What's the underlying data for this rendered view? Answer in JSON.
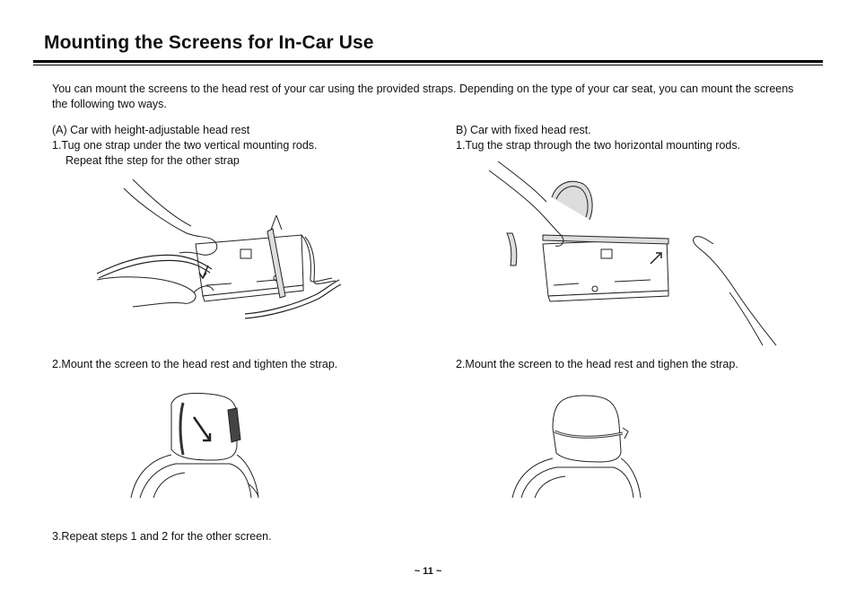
{
  "page": {
    "title": "Mounting the Screens for In-Car Use",
    "intro": "You can mount the screens to the head rest of your car using the provided straps. Depending on the type of your car seat, you can mount the screens the following two ways.",
    "page_number": "~ 11 ~"
  },
  "left_column": {
    "heading": "(A) Car with height-adjustable head rest",
    "step1_line1": "1.Tug one strap under the two vertical mounting rods.",
    "step1_line2": "Repeat fthe step for the other strap",
    "step2": "2.Mount the screen to the head rest and tighten the strap.",
    "step3": "3.Repeat steps 1 and 2 for the other screen."
  },
  "right_column": {
    "heading": "B) Car with fixed head rest.",
    "step1_line1": "1.Tug the strap through the two horizontal mounting rods.",
    "step2": "2.Mount the screen to the head rest and tighen the strap."
  }
}
